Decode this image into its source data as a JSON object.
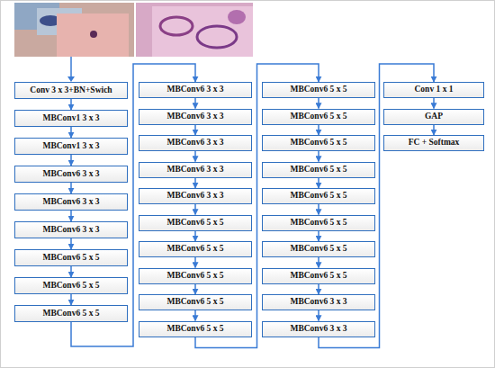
{
  "diagram": {
    "nodes": [
      {
        "text": [
          "Conv 3 x 3+BN+Swich"
        ]
      },
      {
        "text": [
          "MBConv1 3 x 3"
        ]
      },
      {
        "text": [
          "MBConv1 3 x 3"
        ]
      },
      {
        "text": [
          "MBConv6 3 x 3"
        ]
      },
      {
        "text": [
          "MBConv6 3 x 3"
        ]
      },
      {
        "text": [
          "MBConv6 3 x 3"
        ]
      },
      {
        "text": [
          "MBConv6 5 x 5"
        ]
      },
      {
        "text": [
          "MBConv6 5 x 5"
        ]
      },
      {
        "text": [
          "MBConv6 5 x 5"
        ]
      },
      {
        "text": [
          "MBConv6 3 x 3"
        ]
      },
      {
        "text": [
          "MBConv6 3 x 3"
        ]
      },
      {
        "text": [
          "MBConv6 3 x 3"
        ]
      },
      {
        "text": [
          "MBConv6 3 x 3"
        ]
      },
      {
        "text": [
          "MBConv6 3 x 3"
        ]
      },
      {
        "text": [
          "MBConv6 5 x 5"
        ]
      },
      {
        "text": [
          "MBConv6 5 x 5"
        ]
      },
      {
        "text": [
          "MBConv6 5 x 5"
        ]
      },
      {
        "text": [
          "MBConv6 5 x 5"
        ]
      },
      {
        "text": [
          "MBConv6 5 x 5"
        ]
      },
      {
        "text": [
          "MBConv6 5 x 5"
        ]
      },
      {
        "text": [
          "MBConv6 5 x 5"
        ]
      },
      {
        "text": [
          "MBConv6 5 x 5"
        ]
      },
      {
        "text": [
          "MBConv6 5 x 5"
        ]
      },
      {
        "text": [
          "MBConv6 5 x 5"
        ]
      },
      {
        "text": [
          "MBConv6 5 x 5"
        ]
      },
      {
        "text": [
          "MBConv6 5 x 5"
        ]
      },
      {
        "text": [
          "MBConv6 5 x 5"
        ]
      },
      {
        "text": [
          "MBConv6 3 x 3"
        ]
      },
      {
        "text": [
          "MBConv6 3 x 3"
        ]
      },
      {
        "text": [
          "Conv 1 x 1"
        ]
      },
      {
        "text": [
          "GAP"
        ]
      },
      {
        "text": [
          "FC + Softmax"
        ]
      }
    ],
    "edges": [
      {
        "from": 0,
        "to": 1,
        "arrow": "to"
      },
      {
        "from": 1,
        "to": 2,
        "arrow": "to"
      },
      {
        "from": 2,
        "to": 3,
        "arrow": "to"
      },
      {
        "from": 3,
        "to": 4,
        "arrow": "to"
      },
      {
        "from": 4,
        "to": 5,
        "arrow": "to"
      },
      {
        "from": 5,
        "to": 6,
        "arrow": "to"
      },
      {
        "from": 6,
        "to": 7,
        "arrow": "to"
      },
      {
        "from": 7,
        "to": 8,
        "arrow": "to"
      },
      {
        "from": 8,
        "to": 9,
        "arrow": "to"
      },
      {
        "from": 9,
        "to": 10,
        "arrow": "to"
      },
      {
        "from": 10,
        "to": 11,
        "arrow": "to"
      },
      {
        "from": 11,
        "to": 12,
        "arrow": "to"
      },
      {
        "from": 12,
        "to": 13,
        "arrow": "to"
      },
      {
        "from": 13,
        "to": 14,
        "arrow": "to"
      },
      {
        "from": 14,
        "to": 15,
        "arrow": "to"
      },
      {
        "from": 15,
        "to": 16,
        "arrow": "to"
      },
      {
        "from": 16,
        "to": 17,
        "arrow": "to"
      },
      {
        "from": 17,
        "to": 18,
        "arrow": "to"
      },
      {
        "from": 18,
        "to": 19,
        "arrow": "to"
      },
      {
        "from": 19,
        "to": 20,
        "arrow": "to"
      },
      {
        "from": 20,
        "to": 21,
        "arrow": "to"
      },
      {
        "from": 21,
        "to": 22,
        "arrow": "to"
      },
      {
        "from": 22,
        "to": 23,
        "arrow": "to"
      },
      {
        "from": 23,
        "to": 24,
        "arrow": "to"
      },
      {
        "from": 24,
        "to": 25,
        "arrow": "to"
      },
      {
        "from": 25,
        "to": 26,
        "arrow": "to"
      },
      {
        "from": 26,
        "to": 27,
        "arrow": "to"
      },
      {
        "from": 27,
        "to": 28,
        "arrow": "to"
      },
      {
        "from": 28,
        "to": 29,
        "arrow": "to"
      },
      {
        "from": 29,
        "to": 30,
        "arrow": "to"
      },
      {
        "from": 30,
        "to": 31,
        "arrow": "to"
      }
    ]
  }
}
